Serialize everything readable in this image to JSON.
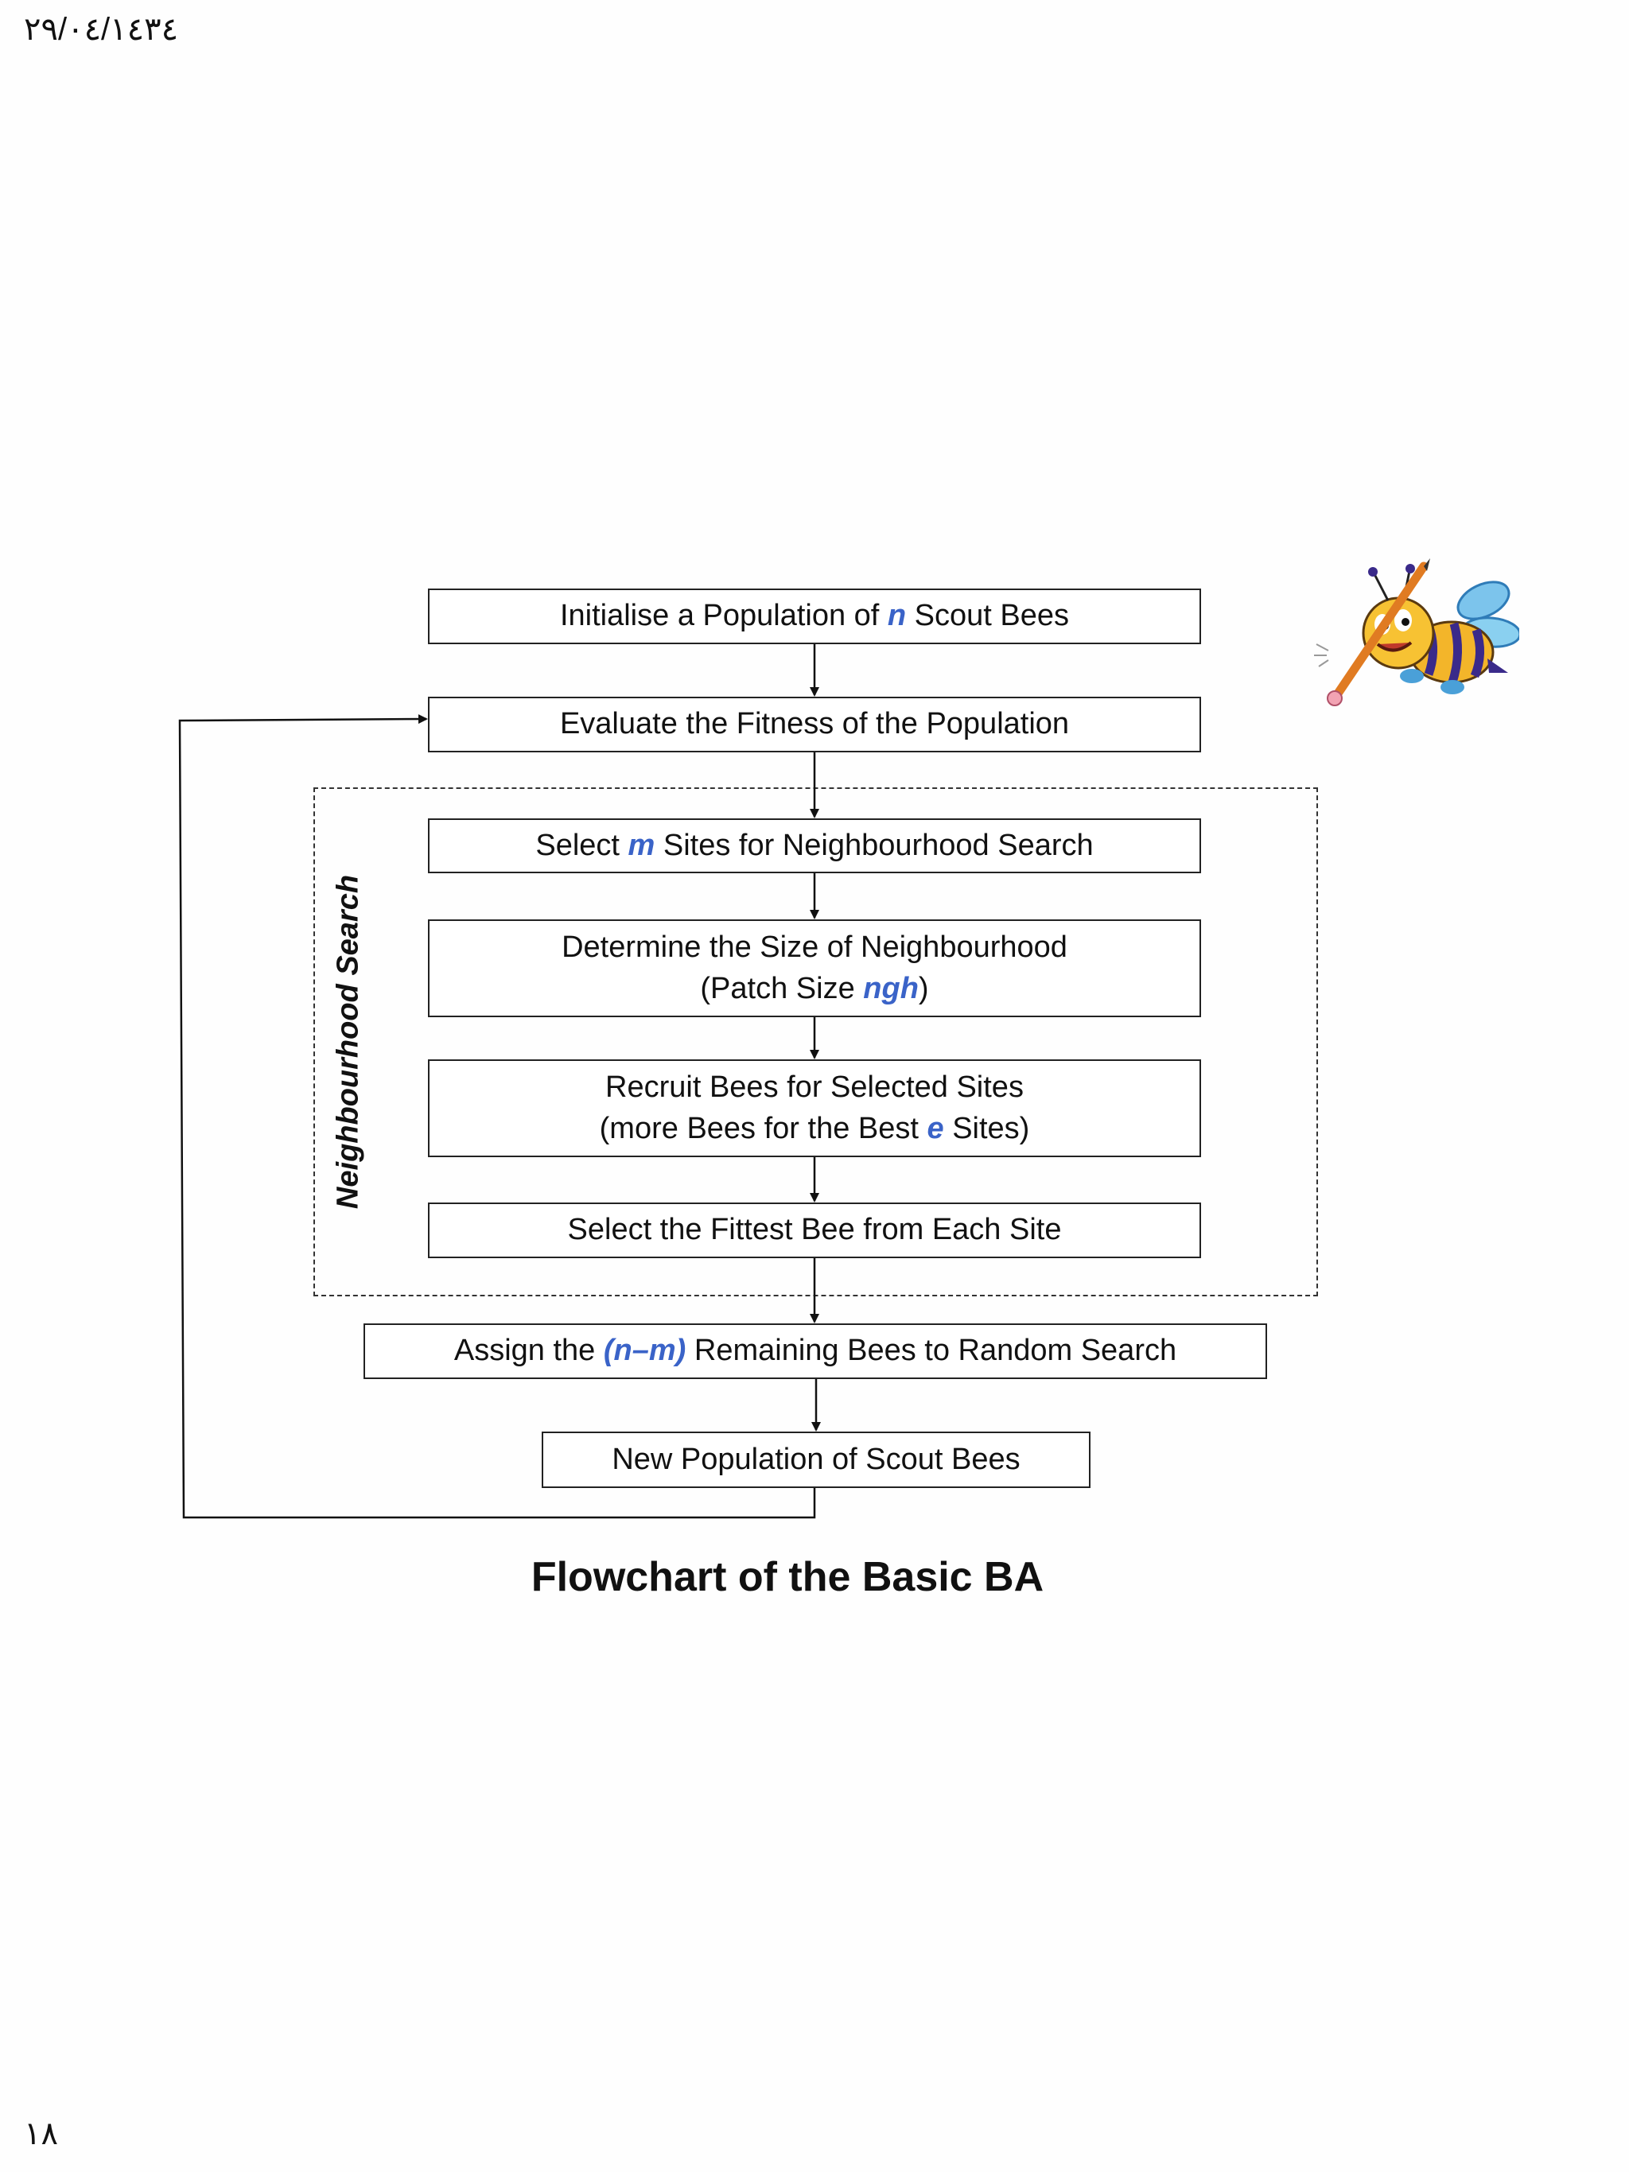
{
  "header": {
    "date": "٢٩/٠٤/١٤٣٤"
  },
  "footer": {
    "page_number": "١٨"
  },
  "flowchart": {
    "init": {
      "pre": "Initialise a Population of ",
      "var": "n",
      "post": " Scout Bees"
    },
    "evaluate": "Evaluate the Fitness of the Population",
    "select_sites": {
      "pre": "Select ",
      "var": "m",
      "post": " Sites for Neighbourhood Search"
    },
    "determine": {
      "line1": "Determine the Size of Neighbourhood",
      "pre": "(Patch Size ",
      "var": "ngh",
      "post": ")"
    },
    "recruit": {
      "line1": "Recruit Bees for Selected Sites",
      "pre": "(more Bees for the Best ",
      "var": "e",
      "post": " Sites)"
    },
    "fittest": "Select the Fittest Bee from Each Site",
    "assign": {
      "pre": "Assign the ",
      "var": "(n–m)",
      "post": " Remaining Bees to Random Search"
    },
    "new_pop": "New Population of Scout Bees",
    "group_label": "Neighbourhood Search",
    "caption": "Flowchart of the Basic BA",
    "highlight_color": "#3a63c8"
  }
}
